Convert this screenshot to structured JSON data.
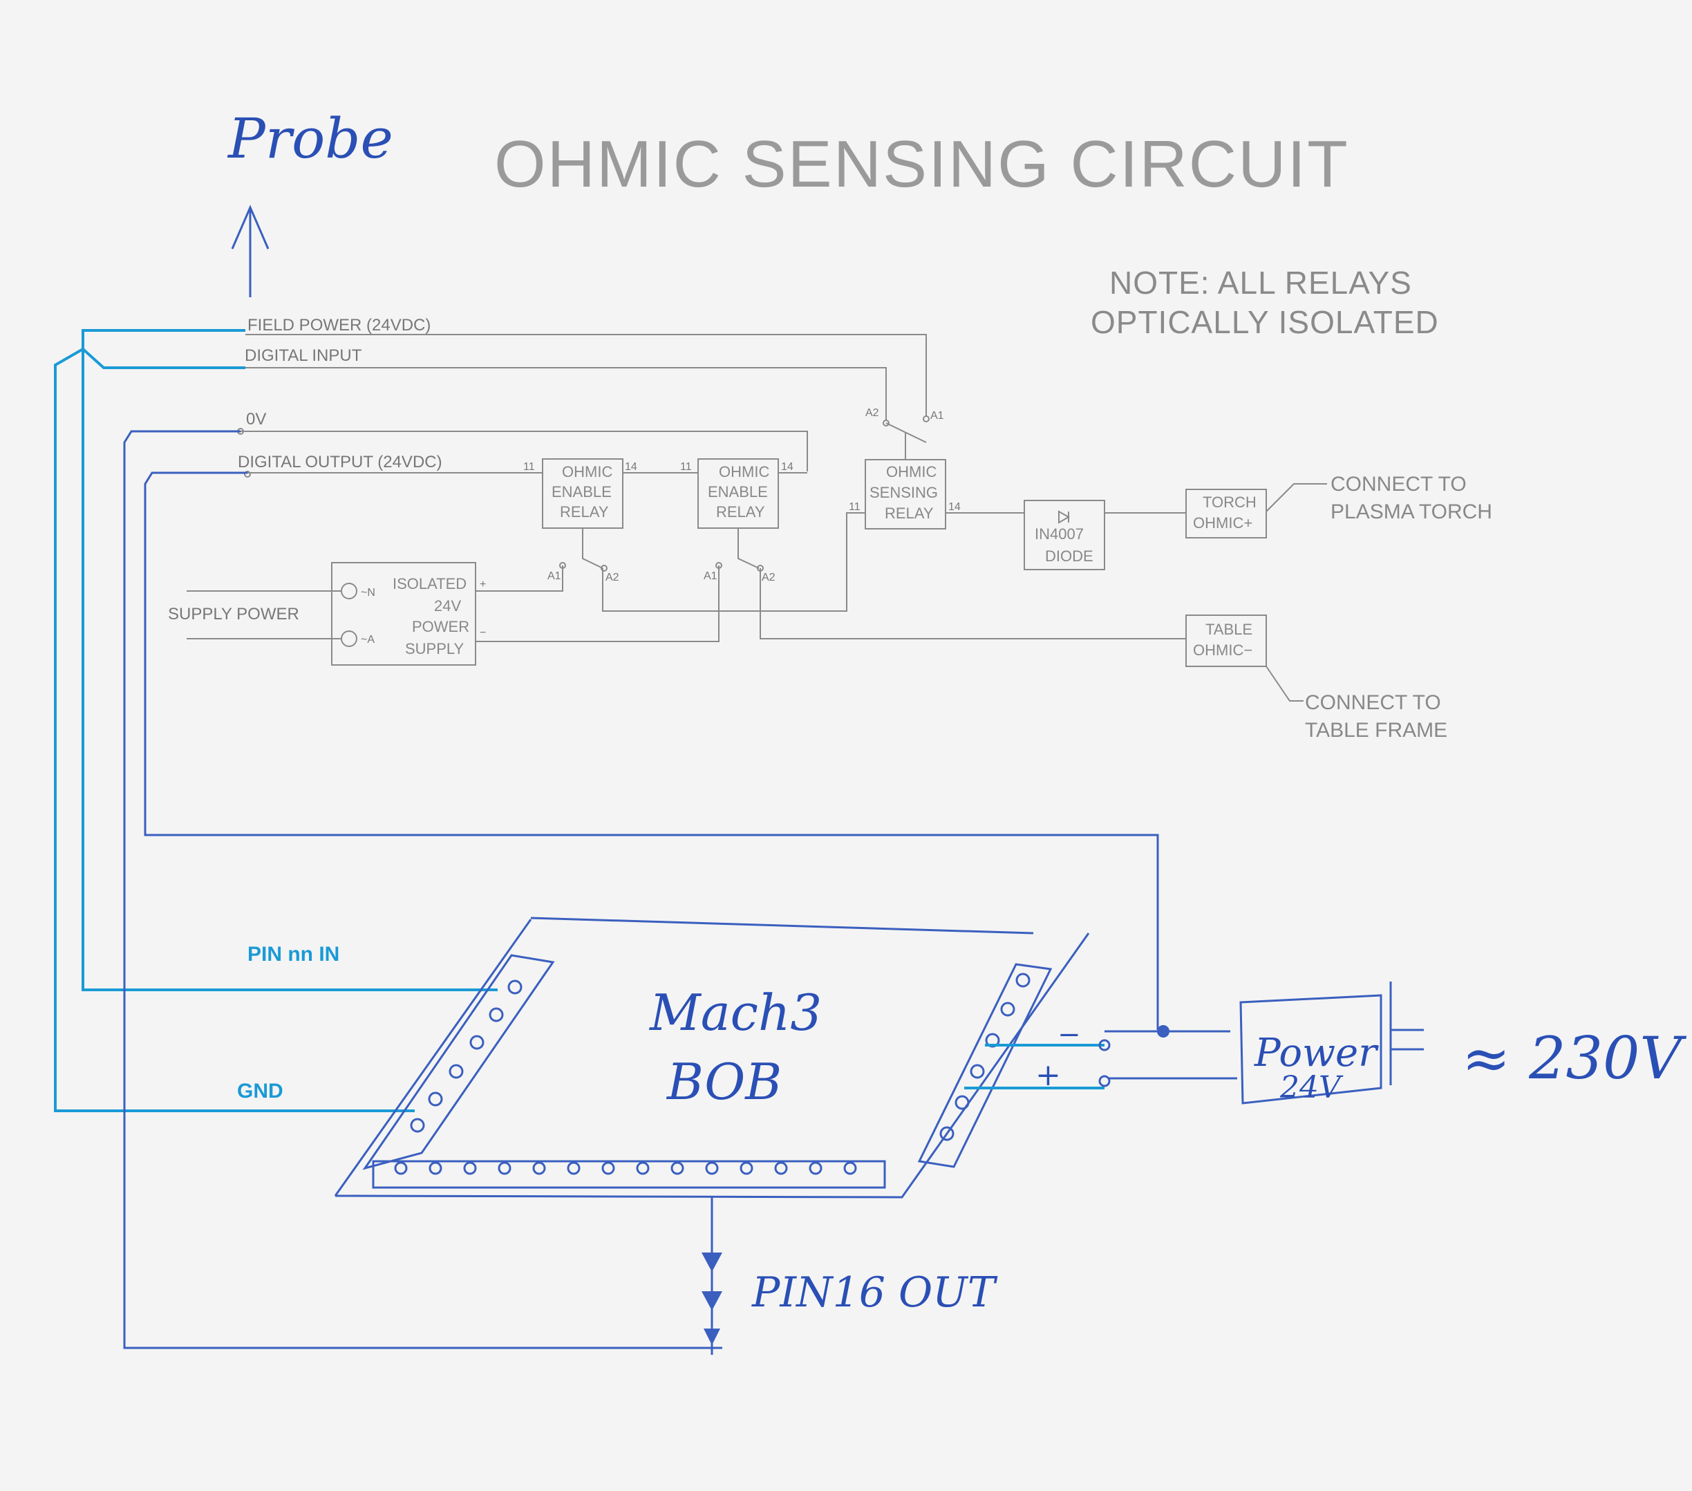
{
  "title": "OHMIC  SENSING  CIRCUIT",
  "note": {
    "line1": "NOTE:  ALL  RELAYS",
    "line2": "OPTICALLY  ISOLATED"
  },
  "handwritten": {
    "probe": "Probe",
    "mach3": "Mach3",
    "bob": "BOB",
    "pin16": "PIN16  OUT",
    "power": "Power",
    "power_v": "24V",
    "mains": "≈ 230V",
    "plus": "+",
    "minus": "−"
  },
  "cyan_labels": {
    "pin_in": "PIN nn IN",
    "gnd": "GND"
  },
  "lines": {
    "field_power": "FIELD POWER (24VDC)",
    "digital_input": "DIGITAL INPUT",
    "zero_v": "0V",
    "digital_output": "DIGITAL OUTPUT (24VDC)",
    "supply_power": "SUPPLY POWER"
  },
  "psu": {
    "l1": "ISOLATED",
    "l2": "24V",
    "l3": "POWER",
    "l4": "SUPPLY",
    "n": "~N",
    "a": "~A",
    "plus": "+",
    "minus": "−"
  },
  "relays": [
    {
      "l1": "OHMIC",
      "l2": "ENABLE",
      "l3": "RELAY"
    },
    {
      "l1": "OHMIC",
      "l2": "ENABLE",
      "l3": "RELAY"
    },
    {
      "l1": "OHMIC",
      "l2": "SENSING",
      "l3": "RELAY"
    }
  ],
  "pins": {
    "p11": "11",
    "p14": "14",
    "a1": "A1",
    "a2": "A2"
  },
  "diode": {
    "l1": "IN4007",
    "l2": "DIODE"
  },
  "torch": {
    "l1": "TORCH",
    "l2": "OHMIC+"
  },
  "table": {
    "l1": "TABLE",
    "l2": "OHMIC−"
  },
  "connect_torch": {
    "l1": "CONNECT  TO",
    "l2": "PLASMA  TORCH"
  },
  "connect_table": {
    "l1": "CONNECT  TO",
    "l2": "TABLE  FRAME"
  }
}
